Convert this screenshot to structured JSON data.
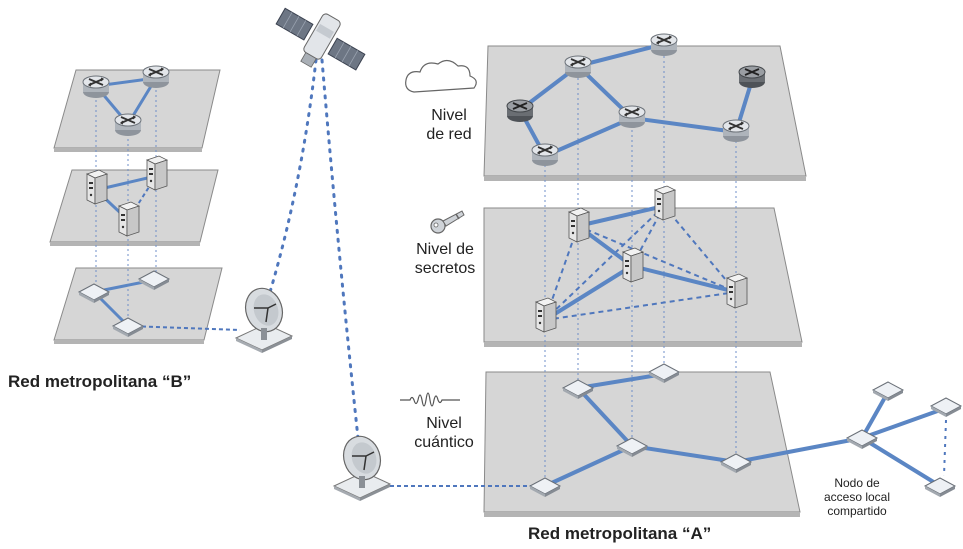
{
  "labels": {
    "network_level": [
      "Nivel",
      "de red"
    ],
    "secrets_level": [
      "Nivel de",
      "secretos"
    ],
    "quantum_level": [
      "Nivel",
      "cuántico"
    ],
    "metro_b": "Red metropolitana “B”",
    "metro_a": "Red metropolitana “A”",
    "shared_node": [
      "Nodo de",
      "acceso local",
      "compartido"
    ]
  },
  "colors": {
    "plane_fill": "#d6d6d6",
    "plane_edge": "#8a8a8a",
    "link": "#5b86c4",
    "dashed_link": "#4f77bd",
    "router": "#cfd3d8",
    "router_dark": "#7d8085",
    "box": "#e8ecf0"
  },
  "icons": [
    "satellite-icon",
    "satellite-dish-icon",
    "cloud-icon",
    "key-icon",
    "wave-icon",
    "router-icon",
    "server-icon",
    "quantum-node-icon"
  ]
}
